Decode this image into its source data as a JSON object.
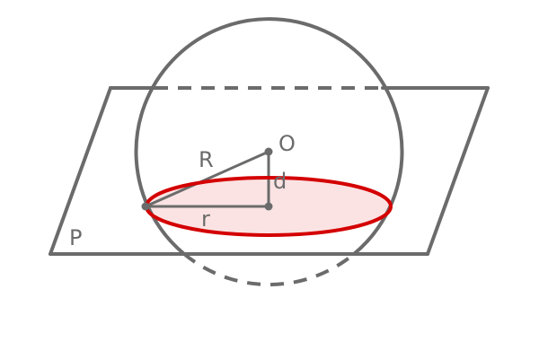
{
  "labels": {
    "center": "O",
    "sphere_radius": "R",
    "distance": "d",
    "circle_radius": "r",
    "plane": "P"
  },
  "colors": {
    "stroke": "#6b6b6b",
    "section_stroke": "#d40000",
    "section_fill": "#fbe3e3",
    "background": "#ffffff"
  }
}
